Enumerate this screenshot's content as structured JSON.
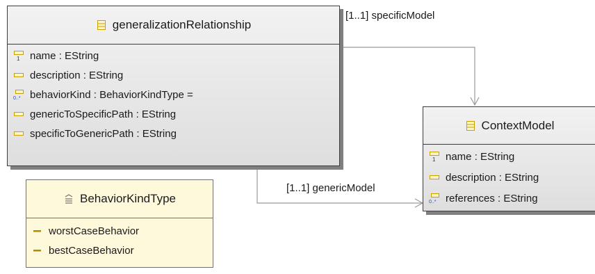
{
  "colors": {
    "class_fill": "#e6e6e6",
    "enum_fill": "#fff9dc",
    "icon_accent": "#c8a000",
    "edge": "#9a9a9a"
  },
  "classes": {
    "generalization": {
      "title": "generalizationRelationship",
      "attributes": [
        {
          "text": "name : EString",
          "icon": "single-attribute-icon"
        },
        {
          "text": "description : EString",
          "icon": "attribute-icon"
        },
        {
          "text": "behaviorKind : BehaviorKindType =",
          "icon": "multi-attribute-icon"
        },
        {
          "text": "genericToSpecificPath : EString",
          "icon": "attribute-icon"
        },
        {
          "text": "specificToGenericPath : EString",
          "icon": "attribute-icon"
        }
      ]
    },
    "context": {
      "title": "ContextModel",
      "attributes": [
        {
          "text": "name : EString",
          "icon": "single-attribute-icon"
        },
        {
          "text": "description : EString",
          "icon": "attribute-icon"
        },
        {
          "text": "references : EString",
          "icon": "multi-attribute-icon"
        }
      ]
    },
    "behavior_enum": {
      "title": "BehaviorKindType",
      "literals": [
        "worstCaseBehavior",
        "bestCaseBehavior"
      ]
    }
  },
  "edges": {
    "specific": "[1..1] specificModel",
    "generic": "[1..1] genericModel"
  }
}
